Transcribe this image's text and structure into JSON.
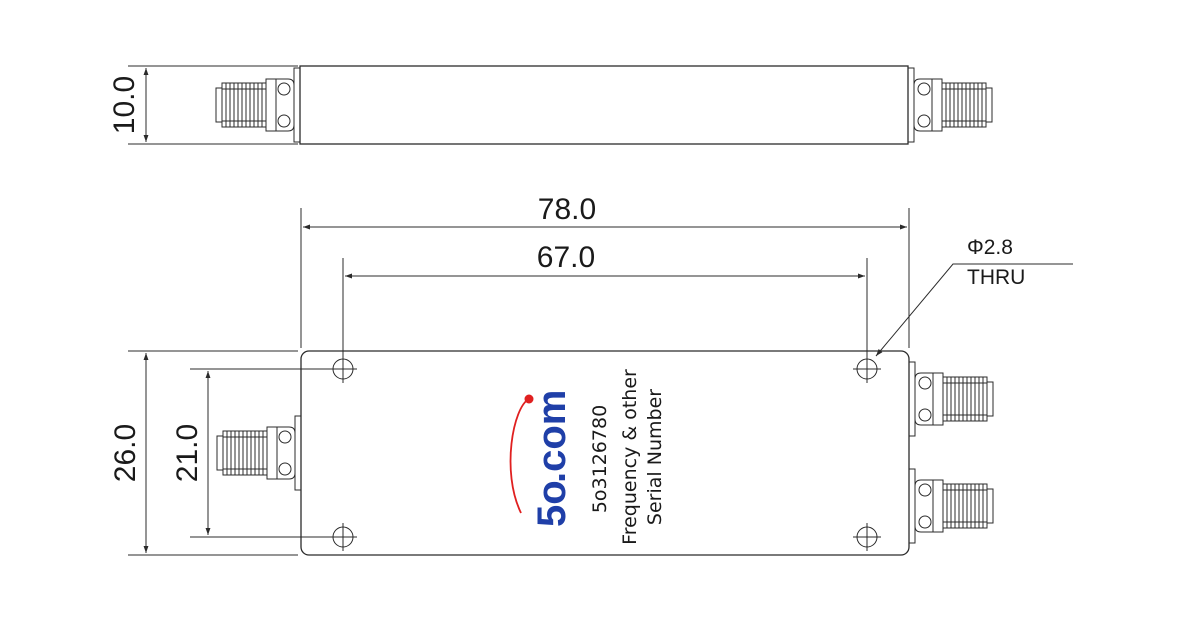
{
  "dimensions": {
    "height_side": "10.0",
    "overall_length": "78.0",
    "hole_spacing_length": "67.0",
    "overall_width": "26.0",
    "hole_spacing_width": "21.0"
  },
  "callout": {
    "line1": "Φ2.8",
    "line2": "THRU"
  },
  "logo": {
    "part1": "5o",
    "part2": ".com",
    "accent_color": "#e02020",
    "brand_color": "#1f3fa8"
  },
  "label": {
    "part_number": "5o3126780",
    "line2": "Frequency & other",
    "line3": "Serial Number"
  }
}
